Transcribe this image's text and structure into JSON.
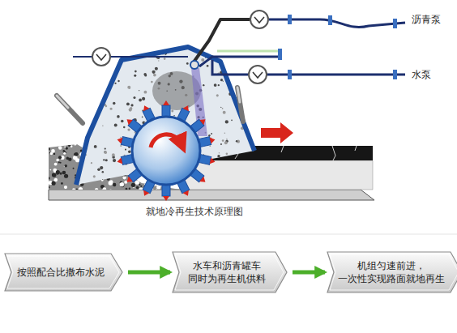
{
  "diagram": {
    "caption": "就地冷再生技术原理图",
    "nodes": [
      {
        "text": [
          "按照配合比撒布水泥"
        ]
      },
      {
        "text": [
          "水车和沥青罐车 同时为再生机供料"
        ]
      },
      {
        "text": [
          "机组匀速前进， 一次性实现路面就地再生"
        ]
      }
    ],
    "edges": [
      {
        "from": 0,
        "to": 1,
        "arrow": "to"
      },
      {
        "from": 1,
        "to": 2,
        "arrow": "to"
      }
    ],
    "labels": [
      "沥青泵",
      "水泵"
    ]
  }
}
